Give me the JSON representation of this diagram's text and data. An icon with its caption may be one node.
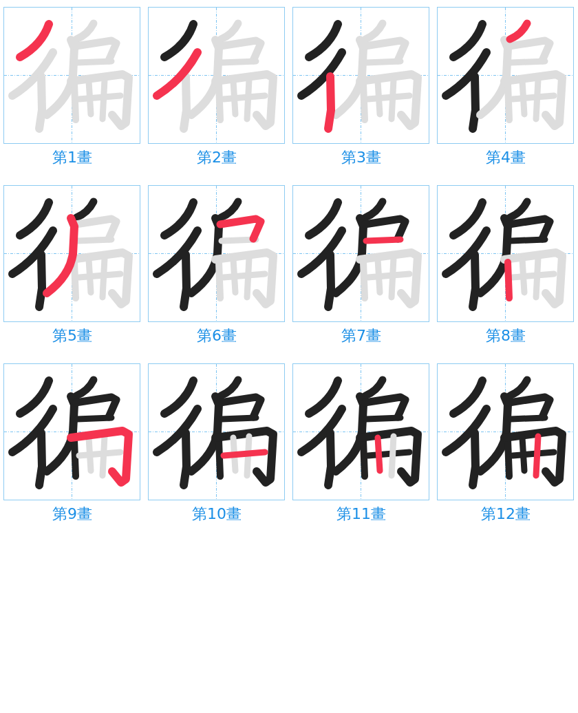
{
  "diagram": {
    "nodes": [
      {
        "text": [],
        "shape": "picture",
        "beside": [
          "第1畫"
        ]
      },
      {
        "text": [],
        "shape": "picture",
        "beside": [
          "第2畫"
        ]
      },
      {
        "text": [],
        "shape": "picture",
        "beside": [
          "第3畫"
        ]
      },
      {
        "text": [],
        "shape": "picture",
        "beside": [
          "第4畫"
        ]
      },
      {
        "text": [],
        "shape": "picture",
        "beside": [
          "第5畫"
        ]
      },
      {
        "text": [],
        "shape": "picture",
        "beside": [
          "第6畫"
        ]
      },
      {
        "text": [],
        "shape": "picture",
        "beside": [
          "第7畫"
        ]
      },
      {
        "text": [],
        "shape": "picture",
        "beside": [
          "第8畫"
        ]
      },
      {
        "text": [],
        "shape": "picture",
        "beside": [
          "第9畫"
        ]
      },
      {
        "text": [],
        "shape": "picture",
        "beside": [
          "第10畫"
        ]
      },
      {
        "text": [],
        "shape": "picture",
        "beside": [
          "第11畫"
        ]
      },
      {
        "text": [],
        "shape": "picture",
        "beside": [
          "第12畫"
        ]
      }
    ]
  }
}
